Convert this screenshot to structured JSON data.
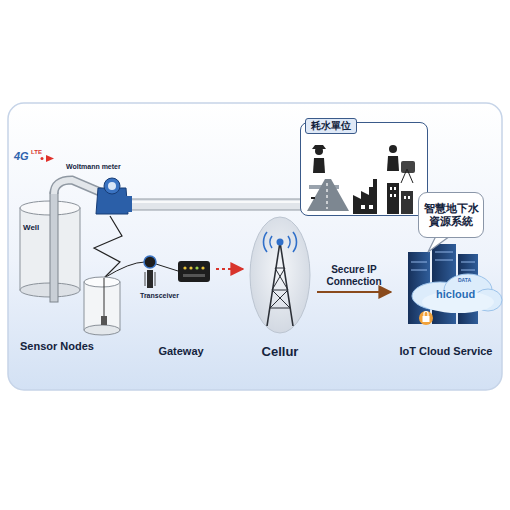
{
  "diagram": {
    "nodes": [
      {
        "text": [
          "Gateway"
        ]
      },
      {
        "text": [
          "Cellur"
        ]
      },
      {
        "text": [
          "IoT Cloud Service"
        ]
      },
      {
        "text": [
          "耗水單位"
        ]
      },
      {
        "text": [
          "智慧地下水資源系統"
        ]
      }
    ],
    "edges": [
      {
        "from": 0,
        "to": 1,
        "arrow": "to"
      },
      {
        "from": 1,
        "to": 2,
        "label": "Secure IP Connection",
        "arrow": "to"
      }
    ],
    "labels": [
      "4G",
      "LTE",
      "Woltmann meter",
      "Well",
      "Transceiver",
      "Sensor Nodes",
      "DATA",
      "hicloud"
    ]
  }
}
